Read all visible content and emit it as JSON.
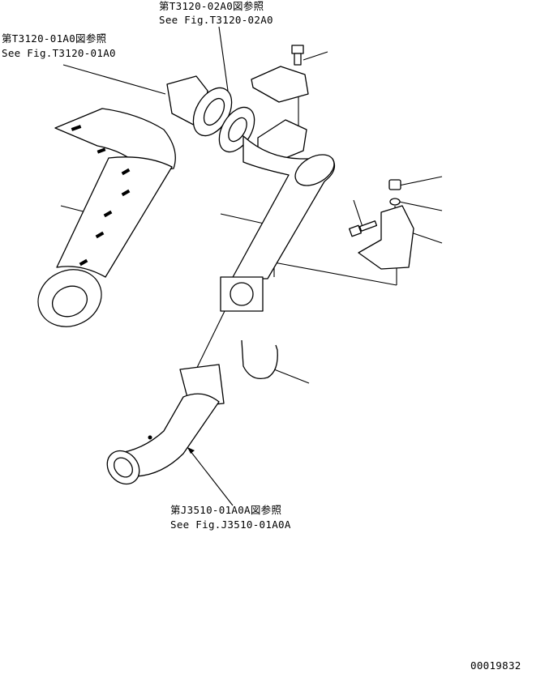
{
  "references": {
    "t3120_02a0": {
      "jp": "第T3120-02A0図参照",
      "en": "See Fig.T3120-02A0"
    },
    "t3120_01a0": {
      "jp": "第T3120-01A0図参照",
      "en": "See Fig.T3120-01A0"
    },
    "j3510_01a0a": {
      "jp": "第J3510-01A0A図参照",
      "en": "See Fig.J3510-01A0A"
    }
  },
  "drawing_number": "00019832",
  "colors": {
    "line": "#000000",
    "background": "#ffffff"
  }
}
